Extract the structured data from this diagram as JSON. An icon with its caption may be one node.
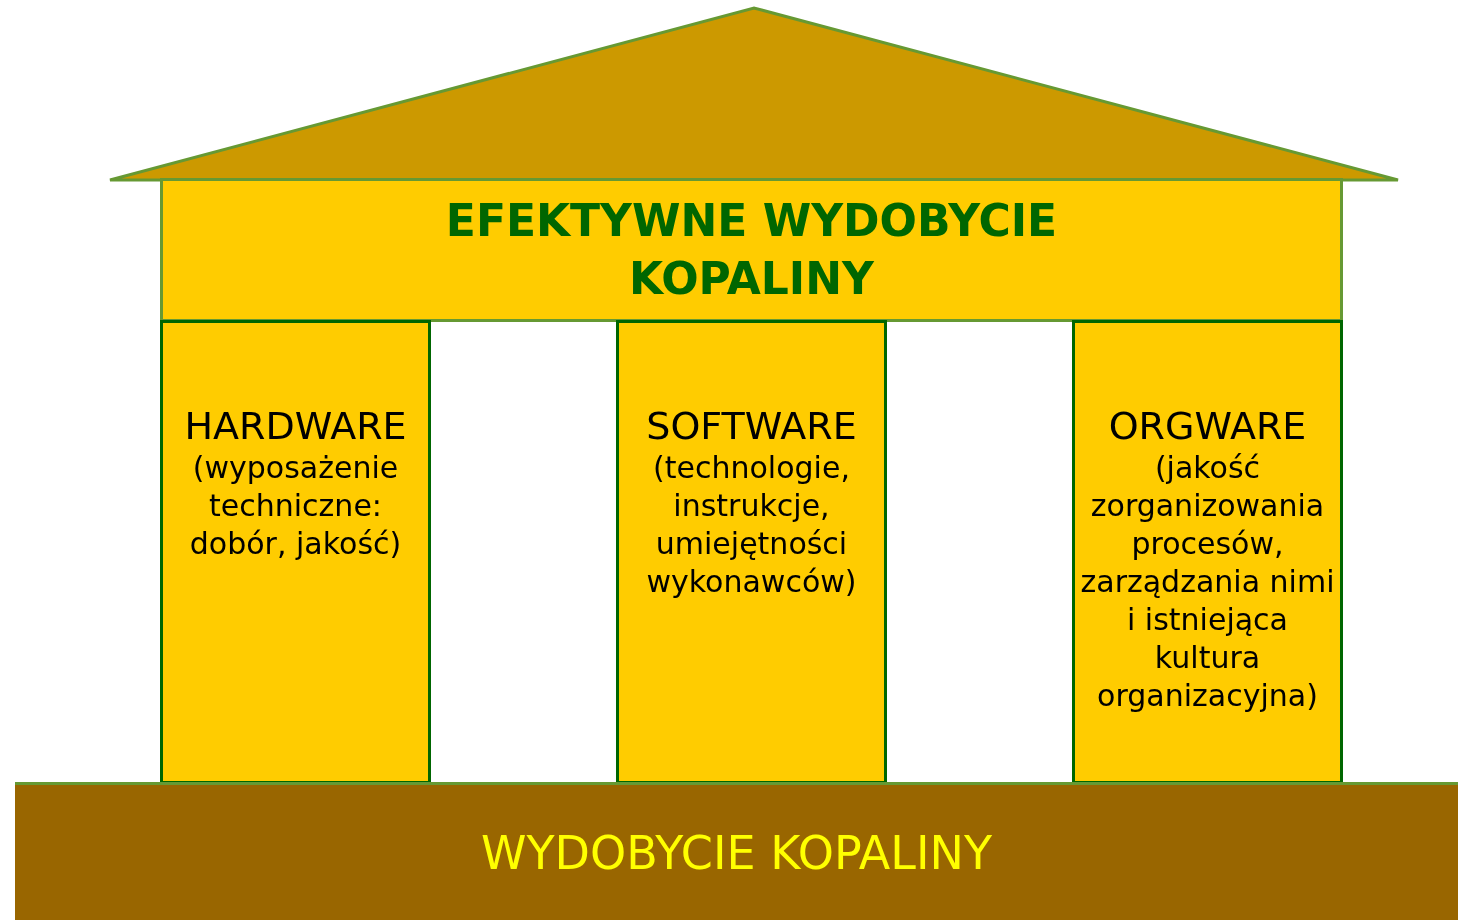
{
  "diagram": {
    "nodes": [
      {
        "text": [
          "EFEKTYWNE WYDOBYCIE KOPALINY"
        ]
      },
      {
        "text": [
          "HARDWARE",
          "(wyposażenie techniczne: dobór, jakość)"
        ]
      },
      {
        "text": [
          "SOFTWARE",
          "(technologie, instrukcje, umiejętności wykonawców)"
        ]
      },
      {
        "text": [
          "ORGWARE",
          "(jakość zorganizowania procesów, zarządzania nimi i istniejąca kultura organizacyjna)"
        ]
      },
      {
        "text": [
          "WYDOBYCIE KOPALINY"
        ]
      }
    ]
  }
}
